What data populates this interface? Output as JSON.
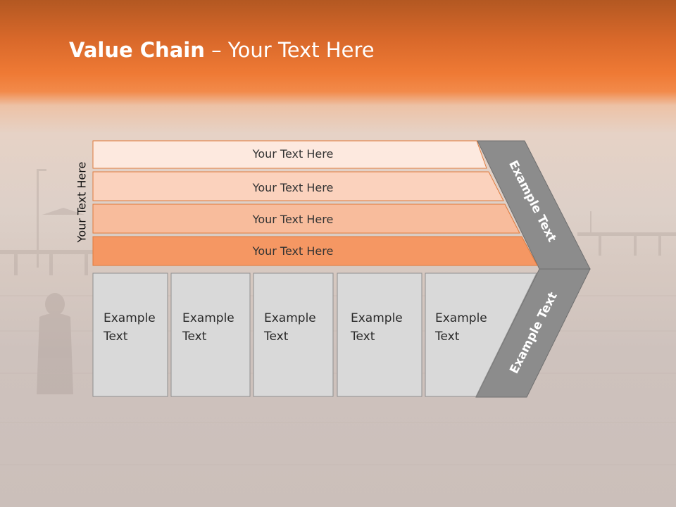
{
  "slide": {
    "title_bold": "Value Chain",
    "title_rest": " – Your Text Here",
    "vertical_label": "Your Text Here",
    "bars": [
      {
        "label": "Your Text Here",
        "color": "#fde9df"
      },
      {
        "label": "Your Text Here",
        "color": "#fbd2bd"
      },
      {
        "label": "Your Text Here",
        "color": "#f8bc9c"
      },
      {
        "label": "Your Text Here",
        "color": "#f59763"
      }
    ],
    "cells": [
      {
        "line1": "Example",
        "line2": "Text"
      },
      {
        "line1": "Example",
        "line2": "Text"
      },
      {
        "line1": "Example",
        "line2": "Text"
      },
      {
        "line1": "Example",
        "line2": "Text"
      },
      {
        "line1": "Example",
        "line2": "Text"
      }
    ],
    "chevron_top_label": "Example Text",
    "chevron_bottom_label": "Example Text",
    "chevron_color": "#8c8c8c",
    "cell_color": "#d9d9d9",
    "bar_border_color": "#e07a3c"
  }
}
